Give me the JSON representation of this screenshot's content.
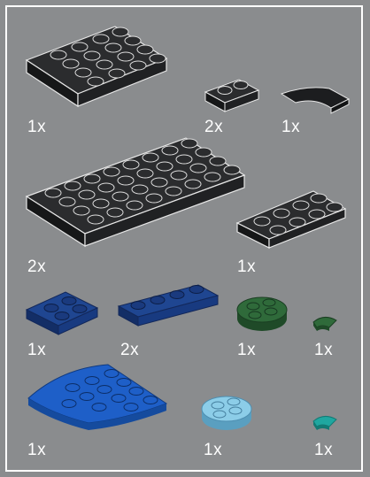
{
  "parts_list": [
    {
      "name": "plate-4x4",
      "qty": "1x",
      "color": "#1f2022"
    },
    {
      "name": "plate-1x2",
      "qty": "2x",
      "color": "#1f2022"
    },
    {
      "name": "tile-quarter-round-2x2",
      "qty": "1x",
      "color": "#1f2022"
    },
    {
      "name": "plate-4x8",
      "qty": "2x",
      "color": "#1f2022"
    },
    {
      "name": "plate-2x4",
      "qty": "1x",
      "color": "#1f2022"
    },
    {
      "name": "plate-2x2",
      "qty": "1x",
      "color": "#1a3a7e"
    },
    {
      "name": "plate-1x4",
      "qty": "2x",
      "color": "#1a3a7e"
    },
    {
      "name": "plate-round-2x2",
      "qty": "1x",
      "color": "#2f6a3a"
    },
    {
      "name": "tile-quarter-round-1x1",
      "qty": "1x",
      "color": "#2f6a3a"
    },
    {
      "name": "plate-quarter-round-4x4",
      "qty": "1x",
      "color": "#1e5fc8"
    },
    {
      "name": "plate-round-2x2",
      "qty": "1x",
      "color": "#8ccde8"
    },
    {
      "name": "tile-quarter-round-1x1",
      "qty": "1x",
      "color": "#1fa7a0"
    }
  ]
}
